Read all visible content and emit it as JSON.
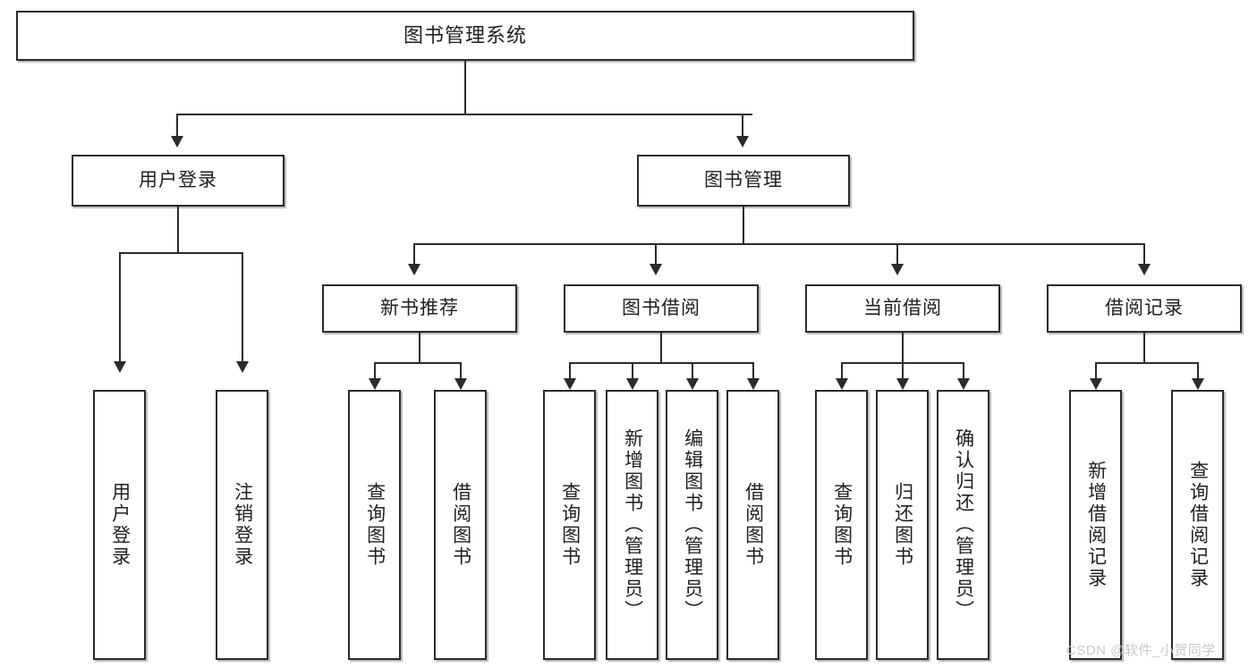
{
  "diagram": {
    "title": "图书管理系统",
    "type": "hierarchy-tree",
    "levels": 4,
    "colors": {
      "box_border": "#2b2b2b",
      "box_fill": "#ffffff",
      "connector": "#2b2b2b",
      "text": "#1f1f1f",
      "watermark": "#c9c9c9",
      "background": "#ffffff"
    }
  },
  "root": {
    "label": "图书管理系统"
  },
  "level2": [
    {
      "label": "用户登录"
    },
    {
      "label": "图书管理"
    }
  ],
  "level3": [
    {
      "label": "新书推荐"
    },
    {
      "label": "图书借阅"
    },
    {
      "label": "当前借阅"
    },
    {
      "label": "借阅记录"
    }
  ],
  "leaves": {
    "user_login": [
      {
        "label": "用户登录"
      },
      {
        "label": "注销登录"
      }
    ],
    "new_book": [
      {
        "label": "查询图书"
      },
      {
        "label": "借阅图书"
      }
    ],
    "book_borrow": [
      {
        "label": "查询图书"
      },
      {
        "label": "新增图书（管理员）"
      },
      {
        "label": "编辑图书（管理员）"
      },
      {
        "label": "借阅图书"
      }
    ],
    "current_borrow": [
      {
        "label": "查询图书"
      },
      {
        "label": "归还图书"
      },
      {
        "label": "确认归还（管理员）"
      }
    ],
    "borrow_record": [
      {
        "label": "新增借阅记录"
      },
      {
        "label": "查询借阅记录"
      }
    ]
  },
  "watermark": {
    "text": "CSDN @软件_小贺同学"
  }
}
